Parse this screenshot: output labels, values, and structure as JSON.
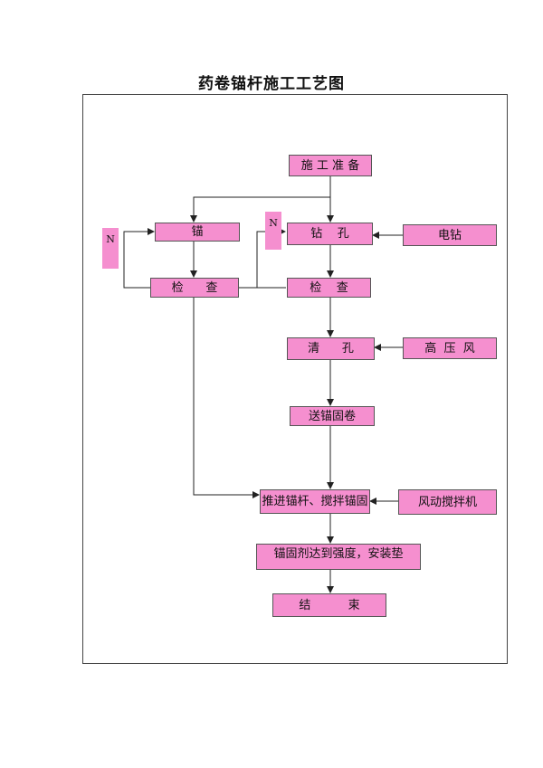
{
  "title": "药卷锚杆施工工艺图",
  "nodes": {
    "prep": "施 工 准 备",
    "anchor": "锚",
    "drill": "钻    孔",
    "drill_tool": "电钻",
    "inspect_left": "检      查",
    "inspect_right": "检    查",
    "clean": "清      孔",
    "clean_tool": "高  压  风",
    "feed": "送锚固卷",
    "push": "推进锚杆、搅拌锚固",
    "push_tool": "风动搅拌机",
    "strength": "锚固剂达到强度，安装垫",
    "end": "结          束"
  },
  "loop_tags": {
    "left": "N",
    "right": "N"
  },
  "colors": {
    "box_fill": "#f58fcf",
    "line": "#222222"
  }
}
